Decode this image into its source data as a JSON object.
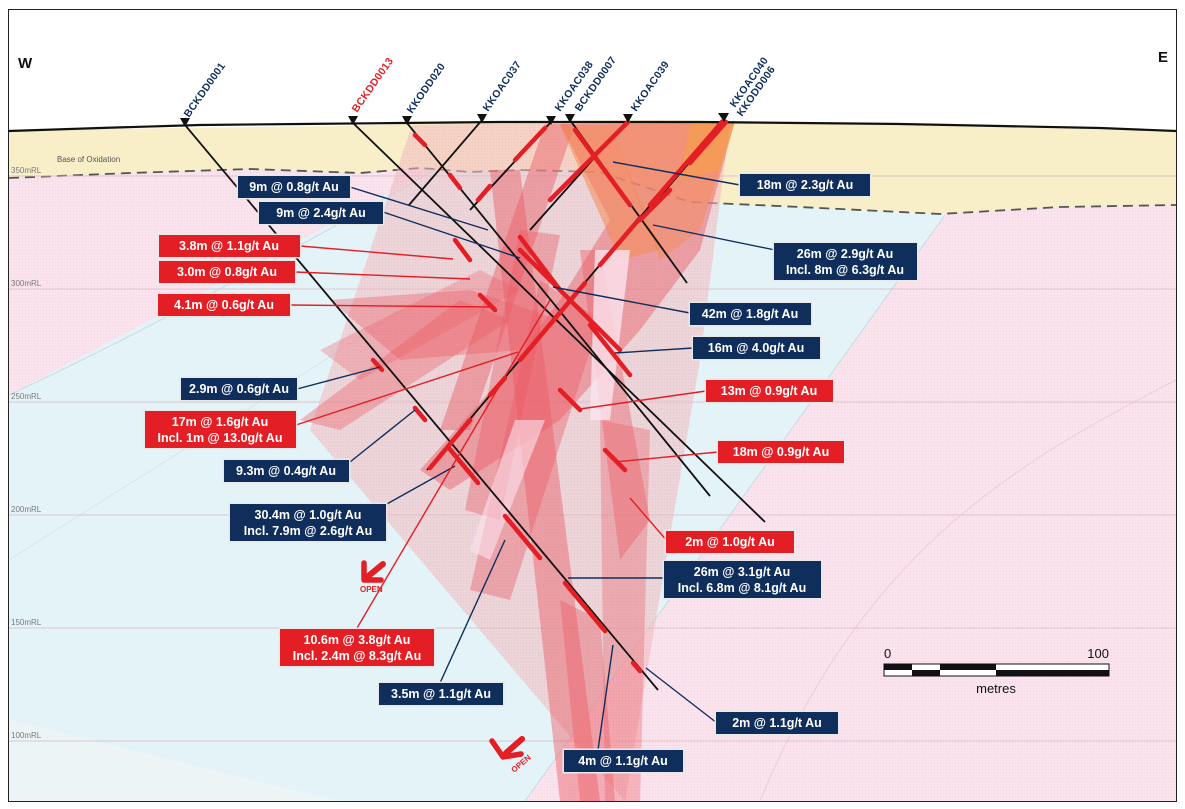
{
  "compass": {
    "west": "W",
    "east": "E"
  },
  "oxidation_label": "Base of Oxidation",
  "elevations": [
    "350mRL",
    "300mRL",
    "250mRL",
    "200mRL",
    "150mRL",
    "100mRL"
  ],
  "holes": {
    "bckdd0001": "BCKDD0001",
    "bckdd0013": "BCKDD0013",
    "kkodd020": "KKODD020",
    "kkoac037": "KKOAC037",
    "kkoac038": "KKOAC038",
    "bckdd0007": "BCKDD0007",
    "kkoac039": "KKOAC039",
    "kkoac040": "KKOAC040",
    "kkodd006": "KKODD006"
  },
  "intercepts": {
    "i01": "9m @ 0.8g/t Au",
    "i02": "9m @ 2.4g/t Au",
    "i03": "3.8m @ 1.1g/t Au",
    "i04": "3.0m @ 0.8g/t Au",
    "i05": "4.1m @ 0.6g/t Au",
    "i06": "2.9m @ 0.6g/t Au",
    "i07a": "17m @ 1.6g/t Au",
    "i07b": "Incl. 1m @ 13.0g/t Au",
    "i08": "9.3m @ 0.4g/t Au",
    "i09a": "30.4m @ 1.0g/t Au",
    "i09b": "Incl. 7.9m @ 2.6g/t Au",
    "i10a": "10.6m @ 3.8g/t Au",
    "i10b": "Incl. 2.4m @ 8.3g/t Au",
    "i11": "3.5m @ 1.1g/t Au",
    "i12": "4m @ 1.1g/t Au",
    "i13": "18m @ 2.3g/t Au",
    "i14a": "26m @ 2.9g/t Au",
    "i14b": "Incl. 8m @ 6.3g/t Au",
    "i15": "42m @ 1.8g/t Au",
    "i16": "16m @ 4.0g/t Au",
    "i17": "13m @ 0.9g/t Au",
    "i18": "18m @ 0.9g/t Au",
    "i19": "2m @ 1.0g/t Au",
    "i20a": "26m @ 3.1g/t Au",
    "i20b": "Incl. 6.8m @ 8.1g/t Au",
    "i21": "2m @ 1.1g/t Au"
  },
  "open_label": "OPEN",
  "scale": {
    "start": "0",
    "end": "100",
    "unit": "metres"
  },
  "colors": {
    "high_grade": "#e31e24",
    "low_grade": "#0f2e5c",
    "oxide": "#f8efc9",
    "fresh_rock": "#fbe3ee",
    "channel": "#e5f4f8"
  }
}
